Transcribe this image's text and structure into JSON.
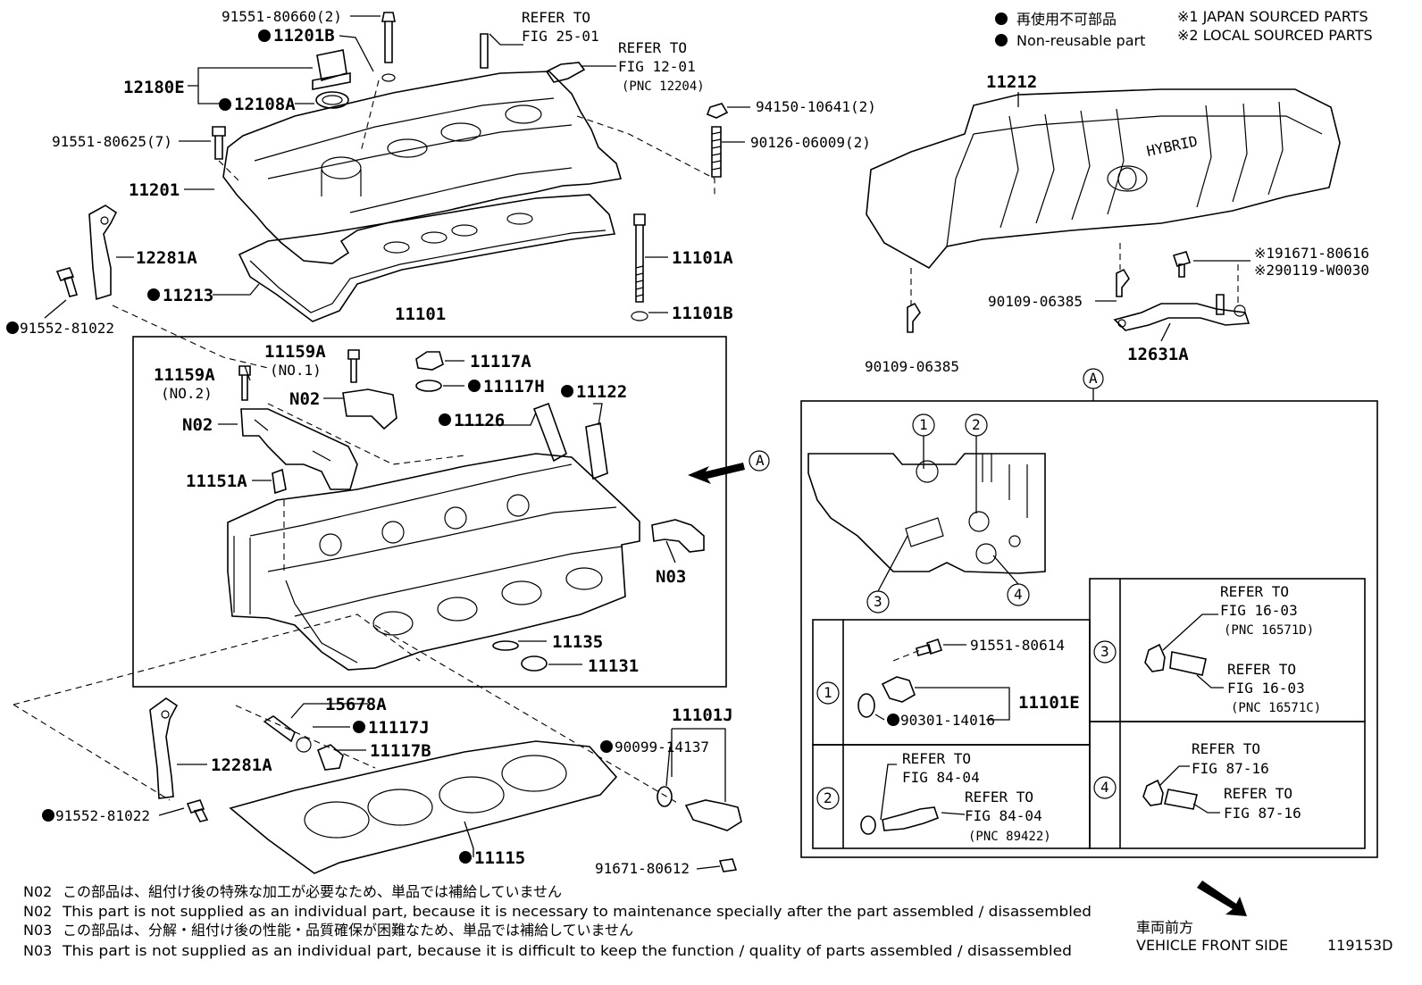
{
  "legend": {
    "jp_label": "再使用不可部品",
    "en_label": "Non-reusable part",
    "note1": "※1 JAPAN SOURCED PARTS",
    "note2": "※2 LOCAL SOURCED PARTS"
  },
  "parts": {
    "p_91551_80660": "91551-80660(2)",
    "p_11201B": "11201B",
    "p_12180E": "12180E",
    "p_12108A": "12108A",
    "p_91551_80625": "91551-80625(7)",
    "p_11201": "11201",
    "p_12281A_top": "12281A",
    "p_11213": "11213",
    "p_91552_81022_top": "91552-81022",
    "p_94150": "94150-10641(2)",
    "p_90126": "90126-06009(2)",
    "p_11101A": "11101A",
    "p_11101B": "11101B",
    "p_11101": "11101",
    "p_11159A_no1": "11159A",
    "p_11159A_no1_sub": "(NO.1)",
    "p_11159A_no2": "11159A",
    "p_11159A_no2_sub": "(NO.2)",
    "p_N02_a": "N02",
    "p_N02_b": "N02",
    "p_11117A": "11117A",
    "p_11117H": "11117H",
    "p_11122": "11122",
    "p_11126": "11126",
    "p_11151A": "11151A",
    "p_N03": "N03",
    "p_11135": "11135",
    "p_11131": "11131",
    "p_15678A": "15678A",
    "p_11117J": "11117J",
    "p_11117B": "11117B",
    "p_12281A_bot": "12281A",
    "p_91552_81022_bot": "91552-81022",
    "p_11115": "11115",
    "p_11101J": "11101J",
    "p_90099": "90099-14137",
    "p_91671_80612": "91671-80612",
    "p_11212": "11212",
    "p_91671_80616": "※191671-80616",
    "p_90119": "※290119-W0030",
    "p_90109_a": "90109-06385",
    "p_90109_b": "90109-06385",
    "p_12631A": "12631A",
    "p_91551_80614": "91551-80614",
    "p_90301": "90301-14016",
    "p_11101E": "11101E"
  },
  "refs": {
    "r1_a": "REFER TO",
    "r1_b": "FIG 25-01",
    "r2_a": "REFER TO",
    "r2_b": "FIG 12-01",
    "r2_c": "(PNC 12204)",
    "r3_a": "REFER TO",
    "r3_b": "FIG 16-03",
    "r3_c": "(PNC 16571D)",
    "r4_a": "REFER TO",
    "r4_b": "FIG 16-03",
    "r4_c": "(PNC 16571C)",
    "r5_a": "REFER TO",
    "r5_b": "FIG 87-16",
    "r6_a": "REFER TO",
    "r6_b": "FIG 87-16",
    "r7_a": "REFER TO",
    "r7_b": "FIG 84-04",
    "r8_a": "REFER TO",
    "r8_b": "FIG 84-04",
    "r8_c": "(PNC 89422)"
  },
  "detail": {
    "a_label": "A",
    "a_arrow_label": "A",
    "c1": "1",
    "c2": "2",
    "c3": "3",
    "c4": "4",
    "cover_text": "HYBRID"
  },
  "notes": {
    "n1_code": "N02",
    "n1_text": "この部品は、組付け後の特殊な加工が必要なため、単品では補給していません",
    "n2_code": "N02",
    "n2_text": "This part is not supplied as an individual part, because it is necessary to maintenance specially after the part assembled / disassembled",
    "n3_code": "N03",
    "n3_text": "この部品は、分解・組付け後の性能・品質確保が困難なため、単品では補給していません",
    "n4_code": "N03",
    "n4_text": "This part is not supplied as an individual part, because it is difficult to keep the function / quality of parts  assembled / disassembled"
  },
  "footer": {
    "front_jp": "車両前方",
    "front_en": "VEHICLE FRONT SIDE",
    "fig_id": "119153D"
  }
}
